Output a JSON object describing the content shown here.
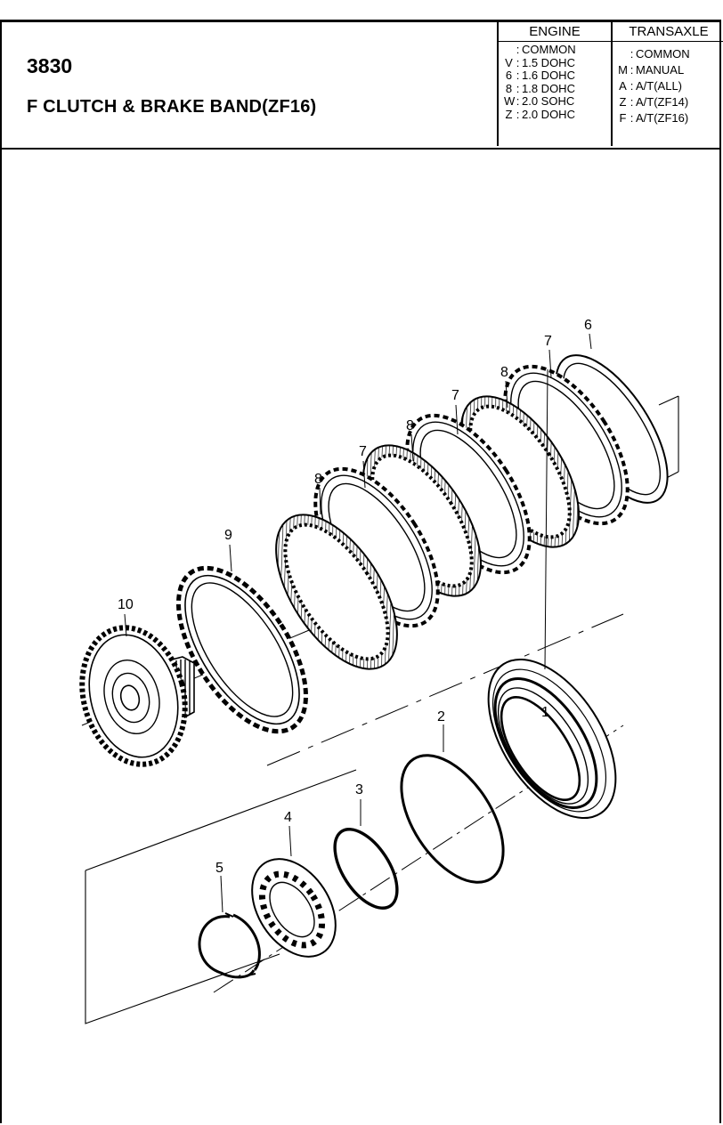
{
  "header": {
    "part_number": "3830",
    "title": "F CLUTCH & BRAKE BAND(ZF16)"
  },
  "legend": {
    "engine": {
      "heading": "ENGINE",
      "rows": [
        {
          "code": "",
          "label": "COMMON"
        },
        {
          "code": "V",
          "label": "1.5 DOHC"
        },
        {
          "code": "6",
          "label": "1.6 DOHC"
        },
        {
          "code": "8",
          "label": "1.8 DOHC"
        },
        {
          "code": "W",
          "label": "2.0 SOHC"
        },
        {
          "code": "Z",
          "label": "2.0 DOHC"
        }
      ]
    },
    "transaxle": {
      "heading": "TRANSAXLE",
      "rows": [
        {
          "code": "",
          "label": "COMMON"
        },
        {
          "code": "M",
          "label": "MANUAL"
        },
        {
          "code": "A",
          "label": "A/T(ALL)"
        },
        {
          "code": "Z",
          "label": "A/T(ZF14)"
        },
        {
          "code": "F",
          "label": "A/T(ZF16)"
        }
      ]
    }
  },
  "callouts": [
    "1",
    "2",
    "3",
    "4",
    "5",
    "6",
    "7",
    "7",
    "7",
    "8",
    "8",
    "8",
    "9",
    "10"
  ]
}
